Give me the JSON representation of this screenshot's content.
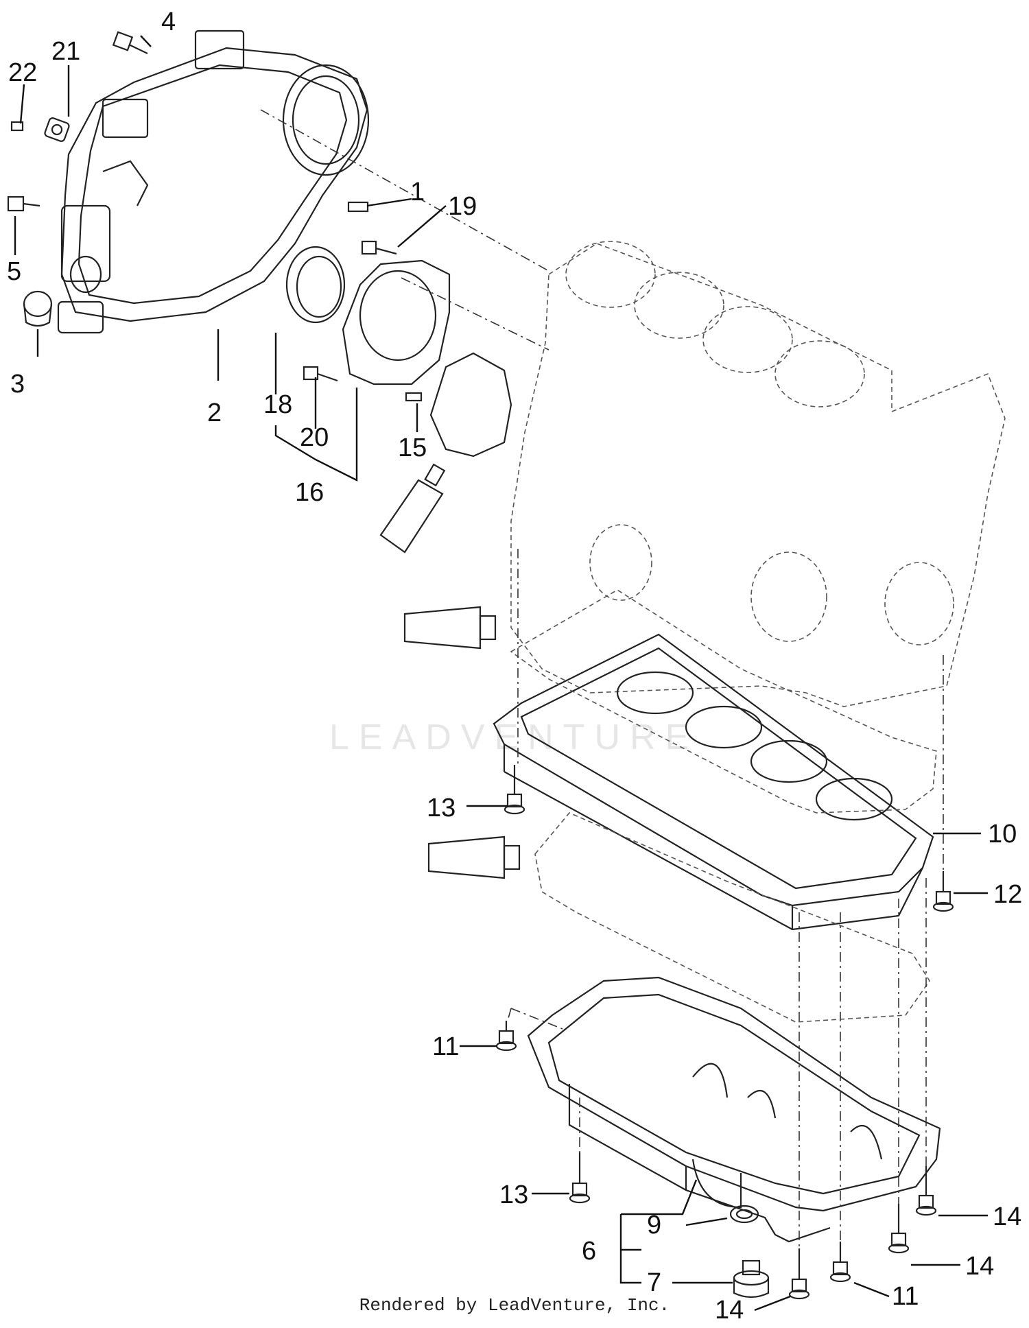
{
  "footer": "Rendered by LeadVenture, Inc.",
  "watermark": "LEADVENTURE",
  "callouts": {
    "c1": "1",
    "c2": "2",
    "c3": "3",
    "c4": "4",
    "c5": "5",
    "c6": "6",
    "c7": "7",
    "c9": "9",
    "c10": "10",
    "c11a": "11",
    "c11b": "11",
    "c12": "12",
    "c13a": "13",
    "c13b": "13",
    "c14a": "14",
    "c14b": "14",
    "c14c": "14",
    "c15": "15",
    "c16": "16",
    "c18": "18",
    "c19": "19",
    "c20": "20",
    "c21": "21",
    "c22": "22"
  }
}
